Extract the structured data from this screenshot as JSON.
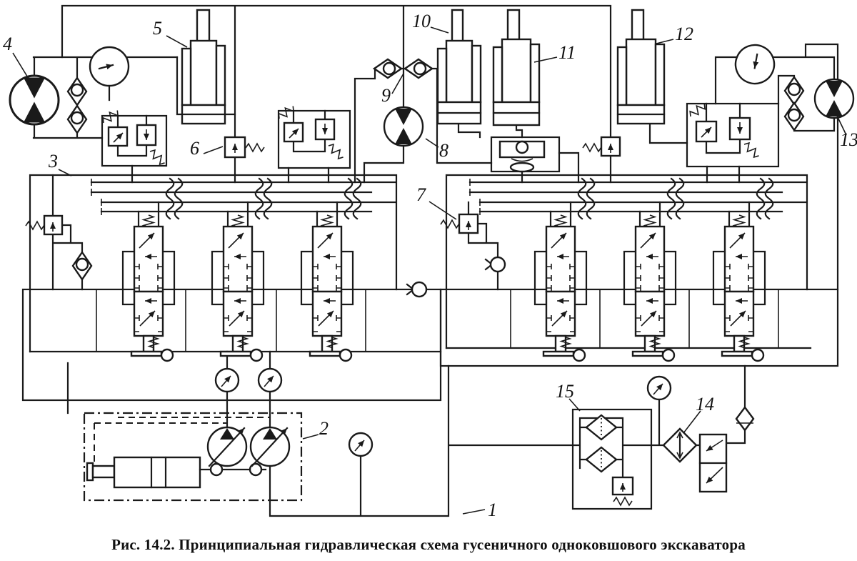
{
  "figure": {
    "caption": "Рис. 14.2. Принципиальная гидравлическая схема гусеничного одноковшового экскаватора",
    "labels": {
      "n1": "1",
      "n2": "2",
      "n3": "3",
      "n4": "4",
      "n5": "5",
      "n6": "6",
      "n7": "7",
      "n8": "8",
      "n9": "9",
      "n10": "10",
      "n11": "11",
      "n12": "12",
      "n13": "13",
      "n14": "14",
      "n15": "15"
    }
  },
  "symbols": {
    "hydraulic_motor_icon": "circle with two filled triangles",
    "variable_pump_icon": "circle with filled triangle and diagonal slash arrow",
    "flow_pump_icon": "circle with flow arrow",
    "pressure_gauge_icon": "circle with diagonal needle",
    "check_valve_icon": "diamond with ball",
    "inline_check_valve_icon": "circle on line with seat chevron",
    "relief_valve_icon": "square with arrow and spring",
    "spool_valve_icon": "stacked squares with arrows, spring and hand lever",
    "cylinder_icon": "nested rectangles with rod",
    "filter_icon": "diamond with dotted line",
    "cooler_icon": "diamond with double-headed vertical arrow",
    "flexible_hose_icon": "wavy line pair"
  },
  "colors": {
    "line": "#1a1a1a",
    "background": "#ffffff",
    "text": "#111111"
  }
}
